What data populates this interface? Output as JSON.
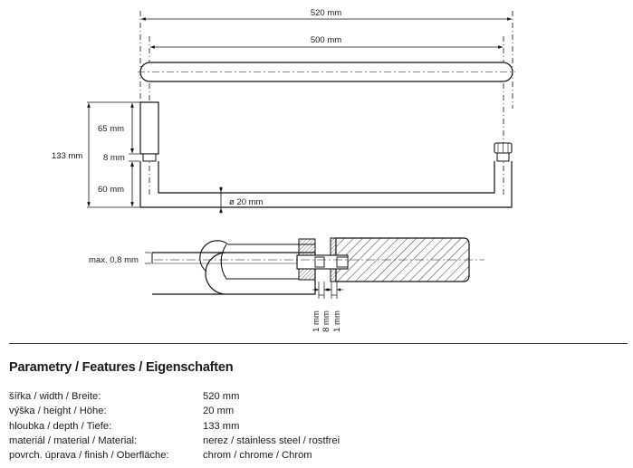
{
  "drawing": {
    "dimensions": {
      "overall_width": "520 mm",
      "mounting_width": "500 mm",
      "top_post_height": "65 mm",
      "gap_height": "8 mm",
      "bottom_post_height": "60 mm",
      "total_height": "133 mm",
      "bar_diameter": "ø 20 mm",
      "max_wall": "max. 0,8 mm",
      "detail_left": "1 mm",
      "detail_mid": "8 mm",
      "detail_right": "1 mm"
    }
  },
  "specs": {
    "title": "Parametry / Features / Eigenschaften",
    "rows": [
      {
        "label": "šířka / width / Breite:",
        "value": "520 mm"
      },
      {
        "label": "výška / height / Höhe:",
        "value": "20 mm"
      },
      {
        "label": "hloubka / depth / Tiefe:",
        "value": "133 mm"
      },
      {
        "label": "materiál / material / Material:",
        "value": "nerez / stainless steel / rostfrei"
      },
      {
        "label": "povrch. úprava / finish / Oberfläche:",
        "value": "chrom / chrome / Chrom"
      }
    ]
  }
}
